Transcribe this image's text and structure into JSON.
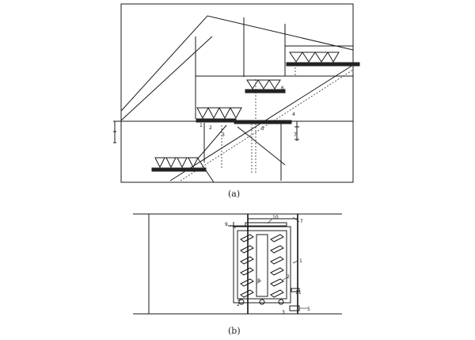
{
  "figure_a": {
    "caption": "(a)",
    "part_labels": [
      "1",
      "2",
      "3",
      "4",
      "5",
      "6",
      "7"
    ]
  },
  "figure_b": {
    "caption": "(b)",
    "part_labels": [
      "9",
      "10",
      "7",
      "1",
      "2",
      "8",
      "2",
      "11",
      "3",
      "5"
    ]
  }
}
